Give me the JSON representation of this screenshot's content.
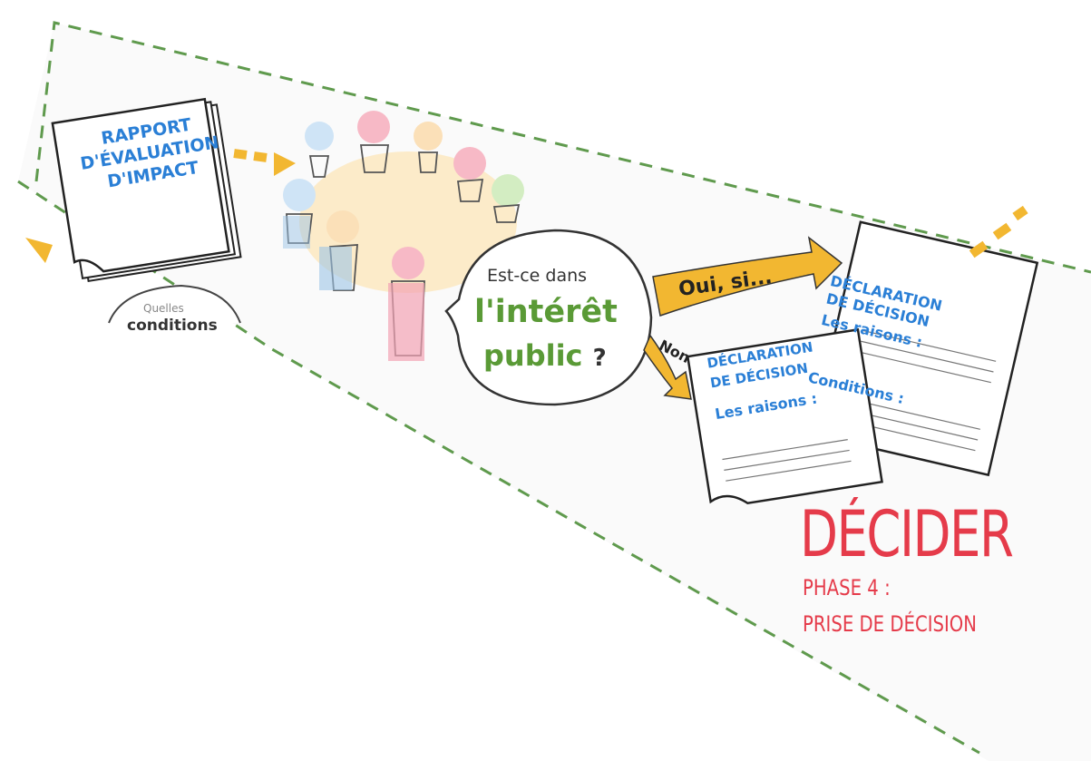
{
  "report": {
    "line1": "RAPPORT",
    "line2": "D'ÉVALUATION",
    "line3": "D'IMPACT"
  },
  "note": {
    "small": "Quelles",
    "big": "conditions"
  },
  "question": {
    "line1": "Est-ce dans",
    "line2": "l'intérêt",
    "line3": "public",
    "mark": "?"
  },
  "branches": {
    "yes": "Oui, si...",
    "no": "Non"
  },
  "decision_yes": {
    "title1": "DÉCLARATION",
    "title2": "DE DÉCISION",
    "reasons": "Les raisons :",
    "conditions": "Conditions :"
  },
  "decision_no": {
    "title1": "DÉCLARATION",
    "title2": "DE DÉCISION",
    "reasons": "Les raisons :"
  },
  "phase": {
    "title": "DÉCIDER",
    "subtitle1": "PHASE 4 :",
    "subtitle2": "PRISE DE DÉCISION"
  },
  "colors": {
    "blue_text": "#2a7fd6",
    "green_text": "#5a9a36",
    "red_text": "#e53b4a",
    "arrow": "#f2b731",
    "dashed_border": "#5f9a4d"
  }
}
